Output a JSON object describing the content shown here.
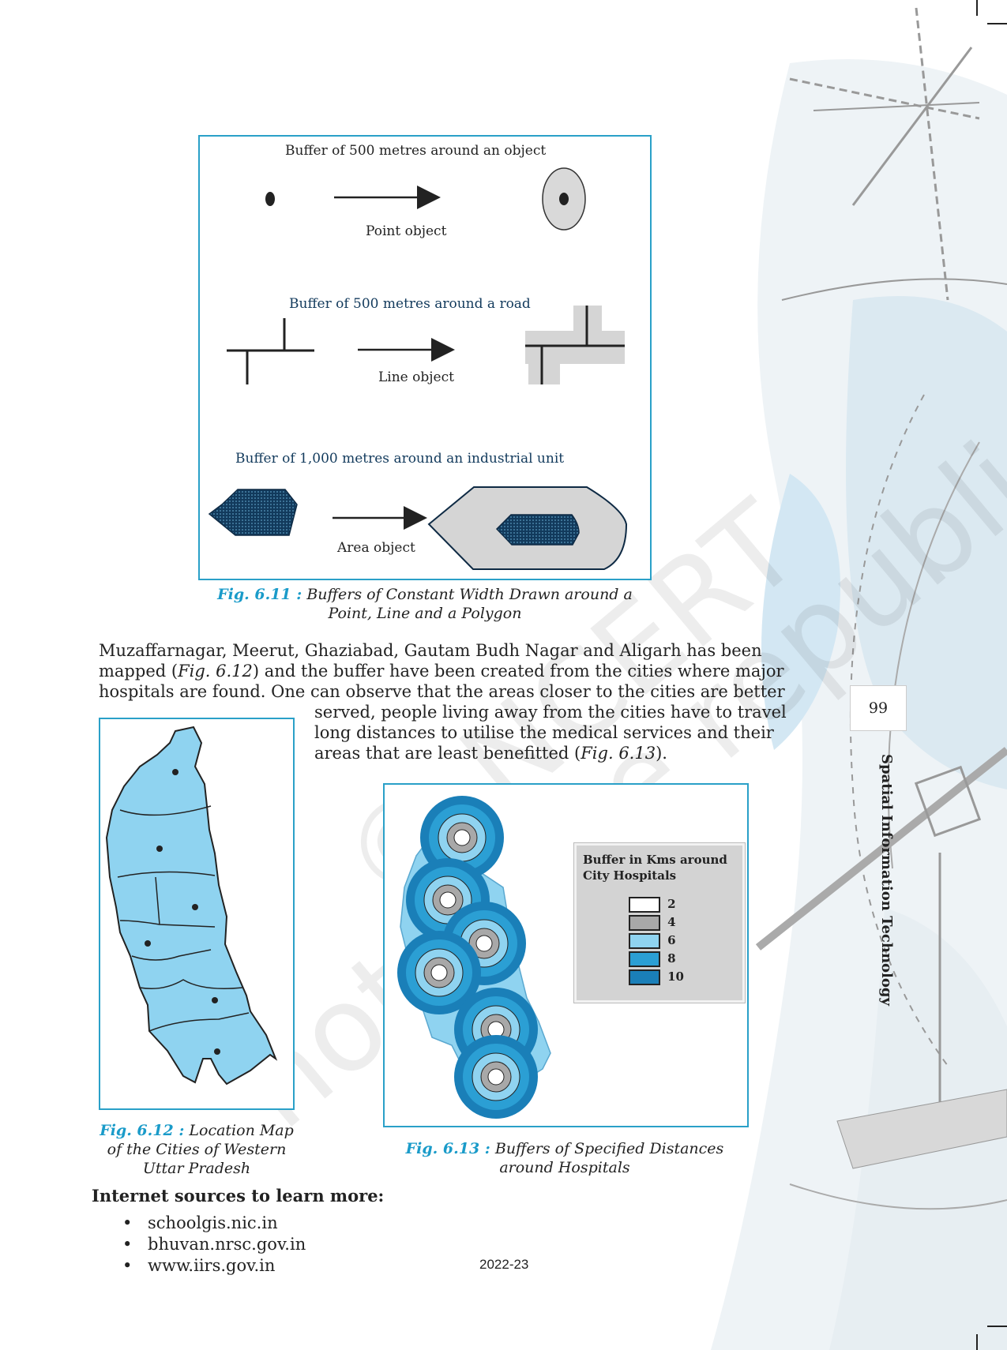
{
  "fig611": {
    "title1": "Buffer of 500 metres around an object",
    "label1": "Point object",
    "title2": "Buffer of 500 metres around a road",
    "label2": "Line object",
    "title3": "Buffer of 1,000 metres around an industrial unit",
    "label3": "Area object",
    "caption_num": "Fig. 6.11 :",
    "caption_l1": "Buffers of Constant Width Drawn around a",
    "caption_l2": "Point, Line and a Polygon"
  },
  "body": {
    "p1": "Muzaffarnagar, Meerut, Ghaziabad, Gautam Budh Nagar and Aligarh has been",
    "p2a": "mapped (",
    "p2b": "Fig. 6.12",
    "p2c": ") and the buffer have been created from the cities where major",
    "p3": "hospitals are found. One can observe that the areas closer to the cities are better",
    "p4": "served, people living away from the cities have to travel",
    "p5": "long distances to utilise the medical services and their",
    "p6a": "areas that are least benefitted (",
    "p6b": "Fig. 6.13",
    "p6c": ")."
  },
  "fig612": {
    "caption_num": "Fig. 6.12 :",
    "caption_l1": "Location Map",
    "caption_l2": "of  the Cities of  Western",
    "caption_l3": "Uttar Pradesh"
  },
  "fig613": {
    "legend_title_l1": "Buffer in Kms around",
    "legend_title_l2": "City Hospitals",
    "legend": [
      {
        "label": "2",
        "color": "#ffffff"
      },
      {
        "label": "4",
        "color": "#a8a8a8"
      },
      {
        "label": "6",
        "color": "#8fd3f0"
      },
      {
        "label": "8",
        "color": "#2b9fd4"
      },
      {
        "label": "10",
        "color": "#1a7fb8"
      }
    ],
    "caption_num": "Fig. 6.13 :",
    "caption_l1": "Buffers of Specified Distances",
    "caption_l2": "around Hospitals"
  },
  "internet": {
    "heading": "Internet sources to learn more:",
    "items": [
      "schoolgis.nic.in",
      "bhuvan.nrsc.gov.in",
      "www.iirs.gov.in"
    ]
  },
  "footer": {
    "year": "2022-23"
  },
  "sidebar": {
    "page_number": "99",
    "title": "Spatial Information Technology"
  },
  "watermark": {
    "l1": "© NCERT",
    "l2": "not to be republished"
  },
  "colors": {
    "accent": "#1a9bc9",
    "map_fill": "#8fd3f0"
  }
}
